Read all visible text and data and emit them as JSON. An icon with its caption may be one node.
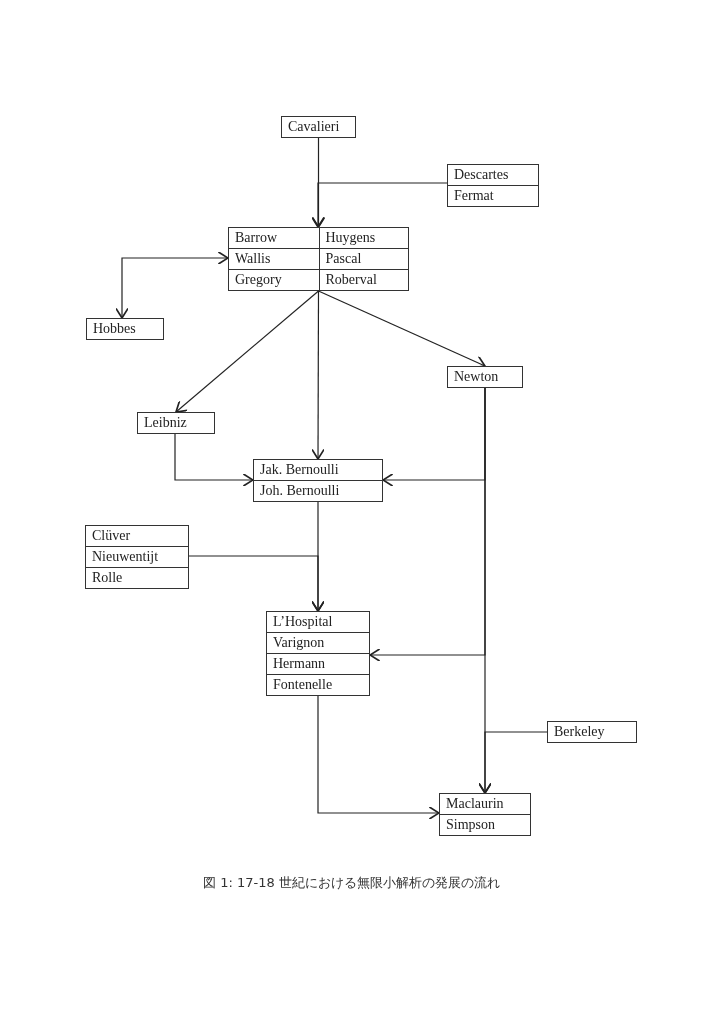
{
  "diagram": {
    "caption": "図 1: 17-18 世紀における無限小解析の発展の流れ",
    "nodes": [
      {
        "text": [
          "Cavalieri"
        ]
      },
      {
        "text": [
          "Descartes",
          "Fermat"
        ]
      },
      {
        "text": [
          "Barrow",
          "Huygens",
          "Wallis",
          "Pascal",
          "Gregory",
          "Roberval"
        ]
      },
      {
        "text": [
          "Hobbes"
        ]
      },
      {
        "text": [
          "Newton"
        ]
      },
      {
        "text": [
          "Leibniz"
        ]
      },
      {
        "text": [
          "Jak. Bernoulli",
          "Joh. Bernoulli"
        ]
      },
      {
        "text": [
          "Clüver",
          "Nieuwentijt",
          "Rolle"
        ]
      },
      {
        "text": [
          "L’Hospital",
          "Varignon",
          "Hermann",
          "Fontenelle"
        ]
      },
      {
        "text": [
          "Berkeley"
        ]
      },
      {
        "text": [
          "Maclaurin",
          "Simpson"
        ]
      }
    ],
    "edges": [
      {
        "from": 0,
        "to": 2,
        "arrow": "to"
      },
      {
        "from": 1,
        "to": 2,
        "arrow": "to"
      },
      {
        "from": 2,
        "to": 3,
        "arrow": "both"
      },
      {
        "from": 2,
        "to": 5,
        "arrow": "to"
      },
      {
        "from": 2,
        "to": 6,
        "arrow": "to"
      },
      {
        "from": 2,
        "to": 4,
        "arrow": "to"
      },
      {
        "from": 5,
        "to": 6,
        "arrow": "to"
      },
      {
        "from": 4,
        "to": 6,
        "arrow": "to"
      },
      {
        "from": 7,
        "to": 8,
        "arrow": "to"
      },
      {
        "from": 6,
        "to": 8,
        "arrow": "to"
      },
      {
        "from": 4,
        "to": 8,
        "arrow": "to"
      },
      {
        "from": 4,
        "to": 10,
        "arrow": "to"
      },
      {
        "from": 8,
        "to": 10,
        "arrow": "to"
      },
      {
        "from": 9,
        "to": 10,
        "arrow": "to"
      }
    ]
  }
}
